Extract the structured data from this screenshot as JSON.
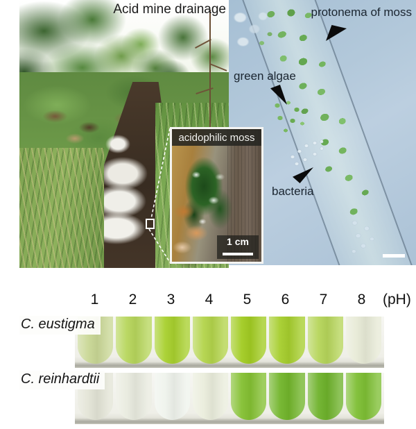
{
  "figure": {
    "field_photo": {
      "title": "Acid mine drainage"
    },
    "inset": {
      "title": "acidophilic moss",
      "scale_bar_label": "1 cm"
    },
    "micrograph": {
      "labels": {
        "protonema": "protonema of moss",
        "algae": "green algae",
        "bacteria": "bacteria"
      }
    },
    "assay": {
      "ph_values": [
        "1",
        "2",
        "3",
        "4",
        "5",
        "6",
        "7",
        "8"
      ],
      "ph_unit": "(pH)",
      "rows": [
        {
          "species": "C. eustigma",
          "tube_colors": [
            "#c9d795",
            "#b7d65c",
            "#a8d02e",
            "#b3d44b",
            "#a2cc22",
            "#a6ce2d",
            "#b6d55a",
            "#e7ead6"
          ]
        },
        {
          "species": "C. reinhardtii",
          "tube_colors": [
            "#e3e4d6",
            "#e9ebdf",
            "#eff3ec",
            "#eaeddc",
            "#84c032",
            "#72b52b",
            "#6eb22b",
            "#7ebf34"
          ]
        }
      ]
    }
  }
}
